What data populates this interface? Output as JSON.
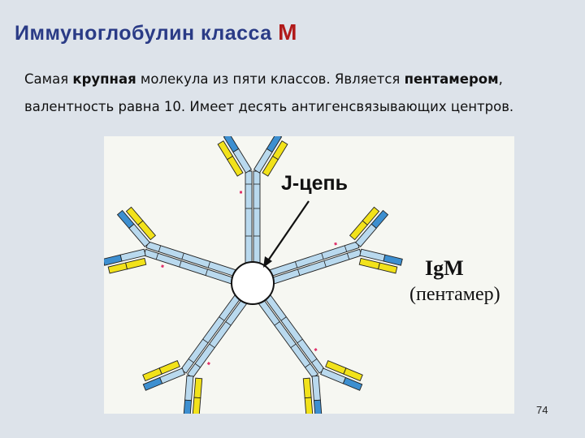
{
  "title": {
    "main": "Иммуноглобулин класса ",
    "accent": "M"
  },
  "paragraph": {
    "line1": {
      "p1": "Самая ",
      "b1": "крупная",
      "p2": " молекула из пяти классов. Является ",
      "b2": "пентамером",
      "p3": ","
    },
    "line2": "валентность равна 10. Имеет десять антигенсвязывающих центров."
  },
  "figure": {
    "j_chain_label": "J-цепь",
    "igm_label": "IgM",
    "pentamer_label": "(пентамер)"
  },
  "page_number": "74",
  "colors": {
    "title": "#2a3b86",
    "accent": "#b11a1a",
    "heavy_chain": "#b9d9ee",
    "light_chain_yellow": "#f2e21a",
    "light_chain_blue": "#3d8fd0",
    "disulfide": "#e0336c"
  }
}
